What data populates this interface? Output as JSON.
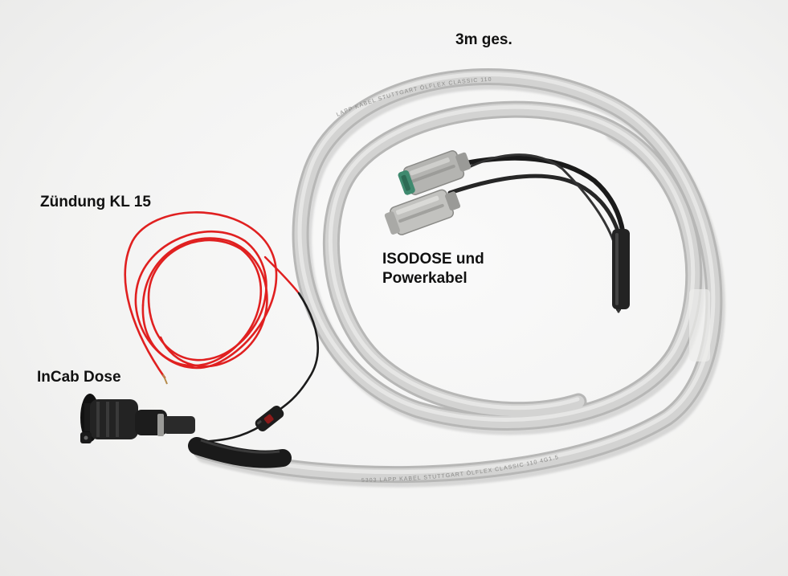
{
  "labels": {
    "total_length": "3m ges.",
    "ignition": "Zündung KL 15",
    "isodose_line1": "ISODOSE und",
    "isodose_line2": "Powerkabel",
    "incab": "InCab Dose"
  },
  "cable_print": {
    "upper": "LAPP KABEL STUTTGART ÖLFLEX CLASSIC 110",
    "lower": "5303 LAPP KABEL STUTTGART ÖLFLEX CLASSIC 110 4G1.5"
  },
  "colors": {
    "background": "#f4f4f3",
    "grey_cable": "#c9c9c8",
    "red_wire": "#e02020",
    "black_wire": "#1c1c1c",
    "connector_grey": "#b9b9b6",
    "connector_green": "#3f8a6f"
  }
}
